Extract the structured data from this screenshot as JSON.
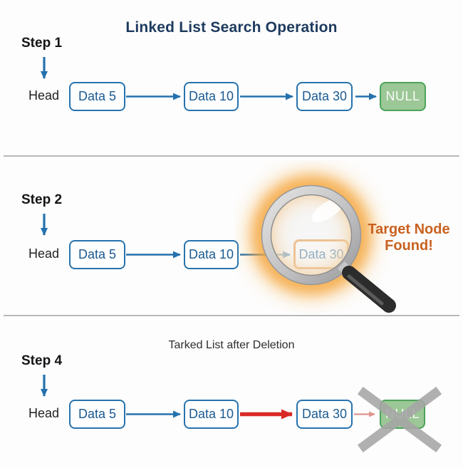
{
  "title": "Linked List Search Operation",
  "sections": [
    {
      "step_label": "Step 1",
      "head_label": "Head",
      "nodes": [
        "Data 5",
        "Data 10",
        "Data 30",
        "NULL"
      ]
    },
    {
      "step_label": "Step 2",
      "head_label": "Head",
      "nodes": [
        "Data 5",
        "Data 10",
        "Data 30"
      ],
      "annotation_line1": "Target Node",
      "annotation_line2": "Found!"
    },
    {
      "step_label": "Step 4",
      "subtitle": "Tarked List after Deletion",
      "head_label": "Head",
      "nodes": [
        "Data 5",
        "Data 10",
        "Data 30",
        "NULL"
      ]
    }
  ],
  "icons": {
    "magnifier": "magnifier-icon",
    "delete_cross": "x-icon",
    "link_arrow": "arrow-right-icon",
    "step_pointer": "arrow-down-icon"
  },
  "colors": {
    "title_navy": "#1d3a5e",
    "node_border_blue": "#2673ae",
    "node_text_blue": "#1a5a92",
    "arrow_blue": "#2571ad",
    "null_fill_green": "#9cc796",
    "null_border_green": "#4ba45a",
    "highlight_orange": "#e8871f",
    "annotation_orange": "#c9611f",
    "delete_red": "#d92b26",
    "faded_red": "#e09490",
    "x_gray": "#a6a6a6",
    "divider_gray": "#b8b8b8"
  }
}
